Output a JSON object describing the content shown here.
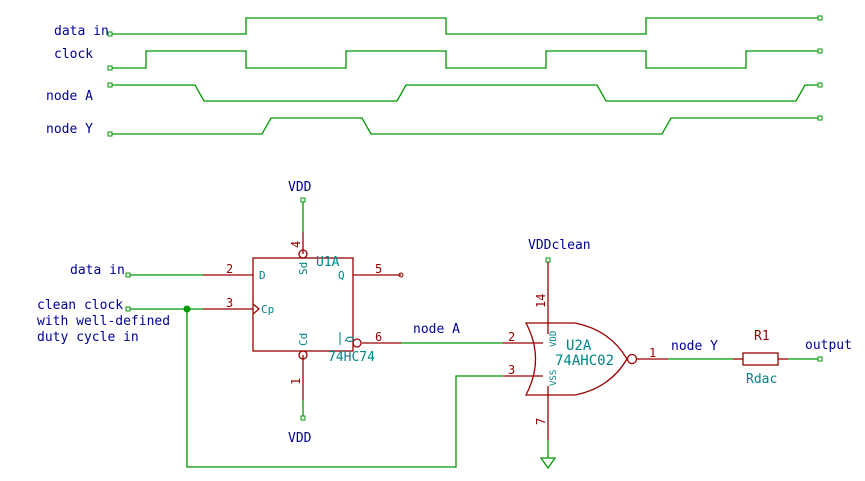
{
  "timing": {
    "labels": {
      "data_in": "data in",
      "clock": "clock",
      "node_a": "node A",
      "node_y": "node Y"
    }
  },
  "schematic": {
    "inputs": {
      "data_in": "data in",
      "clean_clock_line1": "clean clock",
      "clean_clock_line2": "with well-defined",
      "clean_clock_line3": "duty cycle in"
    },
    "power": {
      "vdd_top": "VDD",
      "vdd_bottom": "VDD",
      "vddclean": "VDDclean"
    },
    "flipflop": {
      "ref": "U1A",
      "part": "74HC74",
      "pin_d": "D",
      "pin_cp": "Cp",
      "pin_q": "Q",
      "pin_qbar": "Q",
      "pin_sd": "Sd",
      "pin_cd": "Cd",
      "num_d": "2",
      "num_cp": "3",
      "num_q": "5",
      "num_qbar": "6",
      "num_sd": "4",
      "num_cd": "1"
    },
    "gate": {
      "ref": "U2A",
      "part": "74AHC02",
      "pin_vdd": "VDD",
      "pin_vss": "VSS",
      "num_in1": "2",
      "num_in2": "3",
      "num_out": "1",
      "num_vdd": "14",
      "num_vss": "7"
    },
    "nets": {
      "node_a": "node A",
      "node_y": "node Y",
      "output": "output"
    },
    "resistor": {
      "ref": "R1",
      "value": "Rdac"
    }
  }
}
